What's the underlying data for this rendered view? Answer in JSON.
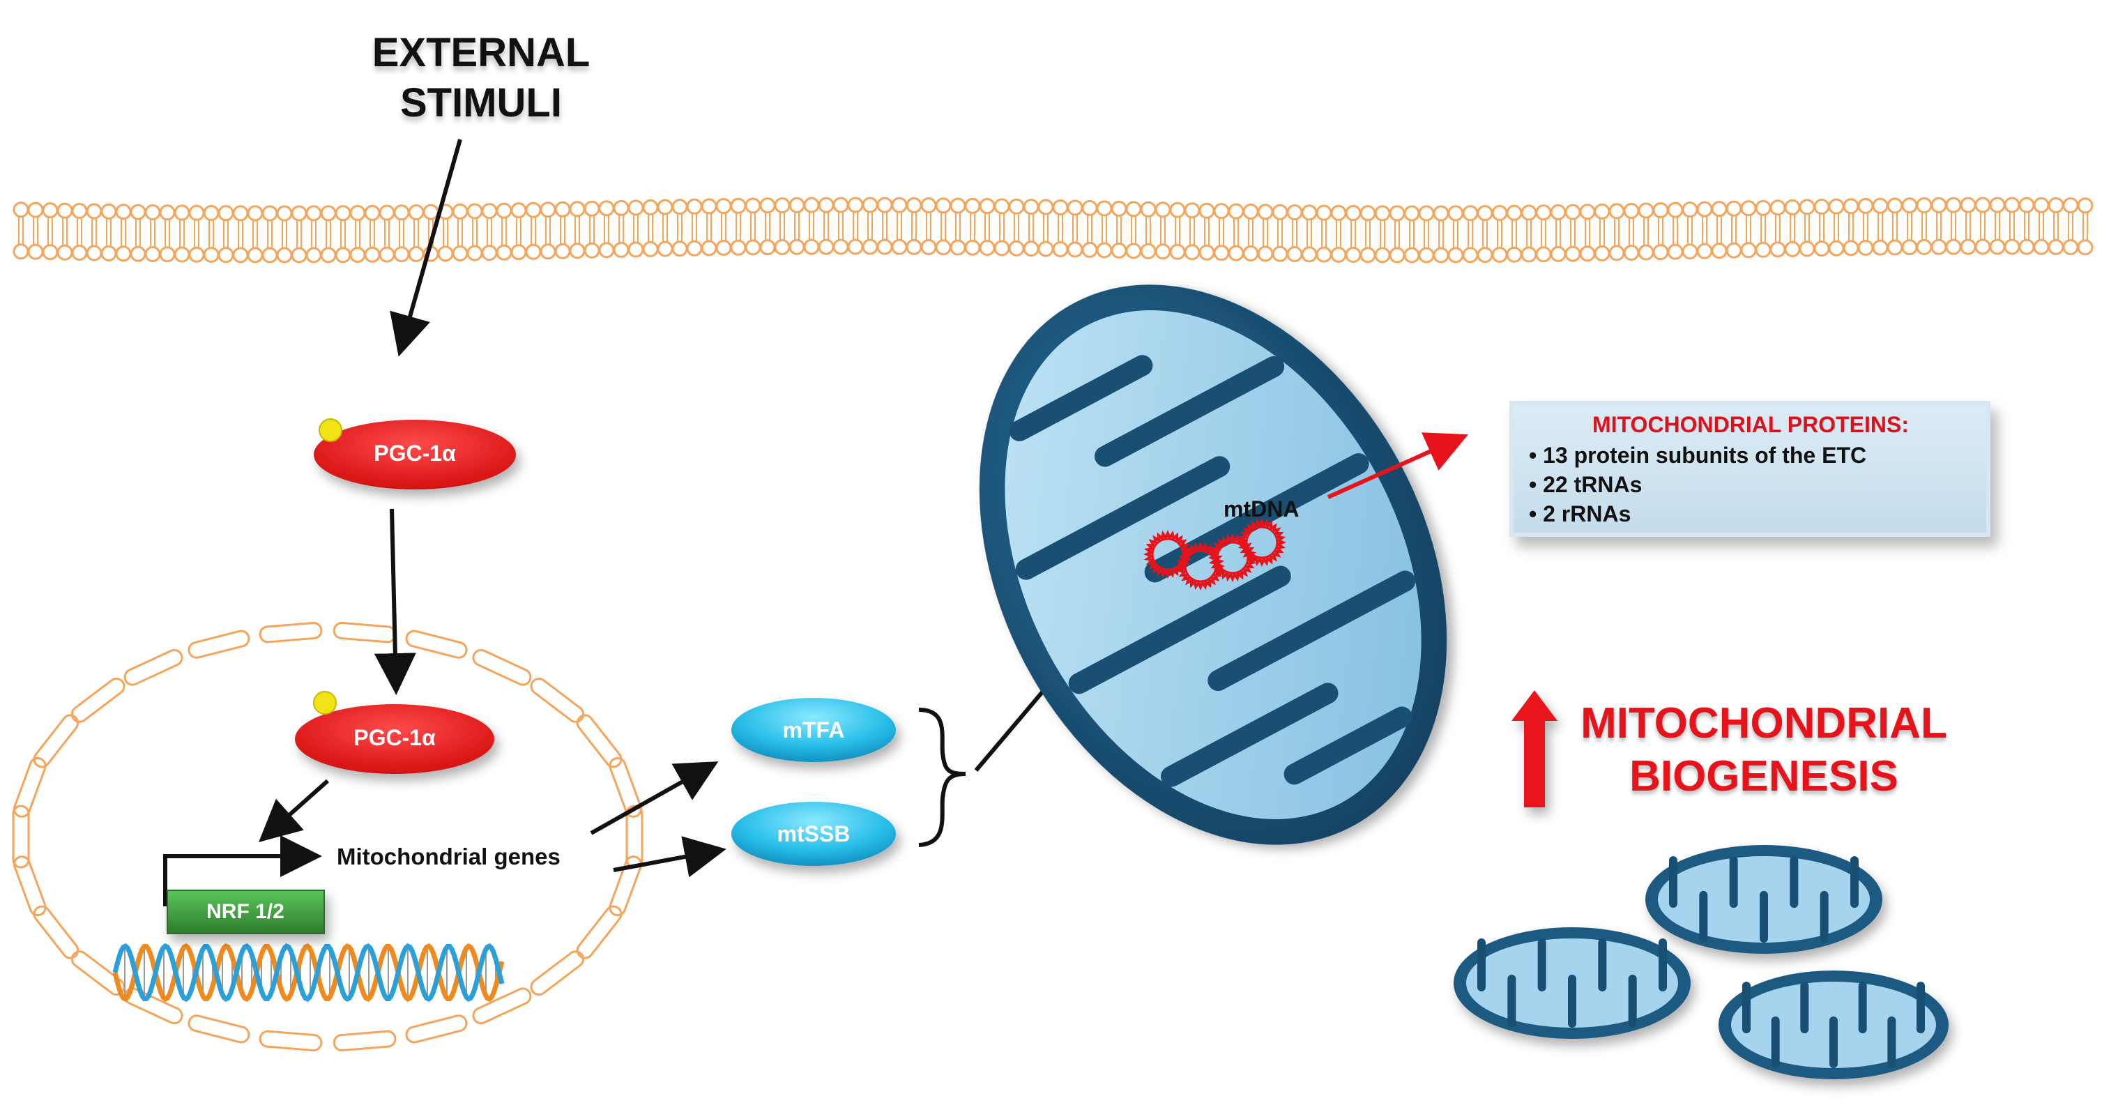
{
  "stimulus": {
    "line1": "EXTERNAL",
    "line2": "STIMULI"
  },
  "pgc_cytoplasm": {
    "label": "PGC-1α"
  },
  "pgc_nucleus": {
    "label": "PGC-1α"
  },
  "genes": {
    "label": "Mitochondrial genes"
  },
  "nrf": {
    "label": "NRF 1/2"
  },
  "mtfa": {
    "label": "mTFA"
  },
  "mtssb": {
    "label": "mtSSB"
  },
  "mtdna": {
    "label": "mtDNA"
  },
  "proteins_box": {
    "title": "MITOCHONDRIAL PROTEINS:",
    "items": [
      "• 13 protein subunits of the ETC",
      "• 22 tRNAs",
      "• 2 rRNAs"
    ]
  },
  "biogenesis": {
    "line1": "MITOCHONDRIAL",
    "line2": "BIOGENESIS"
  },
  "colors": {
    "membrane": "#f5a45a",
    "pgc": "#ee1111",
    "phosphate": "#f0e010",
    "nrf": "#3c9a3c",
    "cyan_protein": "#2ec4ee",
    "mito_outer": "#1d5a82",
    "mito_inner": "#9fd0ec",
    "accent_red": "#e8121b"
  }
}
